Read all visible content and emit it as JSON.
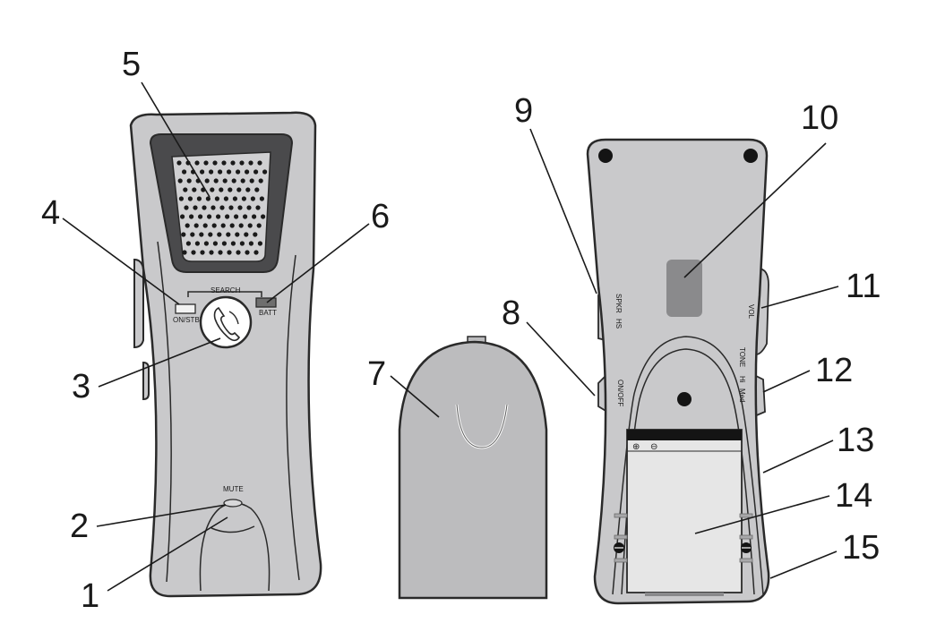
{
  "device_labels": {
    "search": "SEARCH",
    "on_stby": "ON/STBY",
    "batt": "BATT",
    "mute": "MUTE",
    "hs": "HS",
    "spkr": "SPKR",
    "on_off": "ON/OFF",
    "vol": "VOL",
    "tone": "TONE",
    "hi": "Hi",
    "med": "Med",
    "plus": "⊕",
    "minus": "⊖"
  },
  "callouts": [
    "1",
    "2",
    "3",
    "4",
    "5",
    "6",
    "7",
    "8",
    "9",
    "10",
    "11",
    "12",
    "13",
    "14",
    "15"
  ],
  "colors": {
    "body": "#c9c9cb",
    "speaker_frame": "#4a4a4c",
    "led_batt": "#6e6e6e",
    "cover": "#bcbcbe",
    "battery_label": "#e6e6e6",
    "battery_band": "#141414"
  }
}
